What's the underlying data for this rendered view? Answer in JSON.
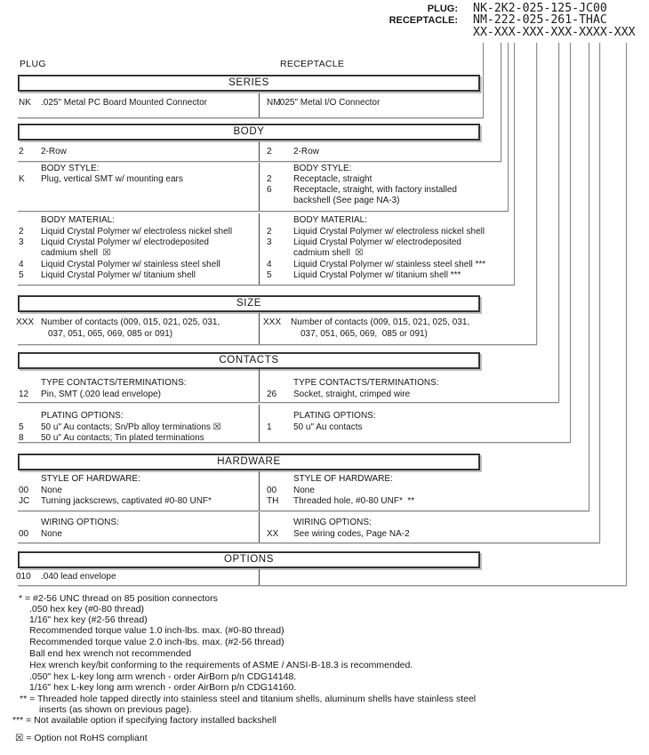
{
  "header": {
    "plug_label": "PLUG:",
    "plug_value": "NK-2K2-025-125-JC00",
    "receptacle_label": "RECEPTACLE:",
    "receptacle_value": "NM-222-025-261-THAC",
    "mask": "XX-XXX-XXX-XXX-XXXX-XXX"
  },
  "columns": {
    "plug": "PLUG",
    "receptacle": "RECEPTACLE"
  },
  "sections": {
    "series": {
      "title": "SERIES",
      "plug_code": "NK",
      "plug_text": ".025\" Metal PC Board Mounted Connector",
      "rec_code": "NM",
      "rec_text": ".025\" Metal I/O Connector"
    },
    "body": {
      "title": "BODY",
      "plug_row_code": "2",
      "plug_row_text": "2-Row",
      "rec_row_code": "2",
      "rec_row_text": "2-Row",
      "style_label": "BODY STYLE:",
      "plug_style_code": "K",
      "plug_style_text": "Plug, vertical SMT w/ mounting ears",
      "rec_style": [
        {
          "code": "2",
          "text": "Receptacle, straight"
        },
        {
          "code": "6",
          "text": "Receptacle, straight, with factory installed"
        },
        {
          "code": "",
          "text": "backshell (See page NA-3)"
        }
      ],
      "material_label": "BODY MATERIAL:",
      "plug_material": [
        {
          "code": "2",
          "text": "Liquid Crystal Polymer w/ electroless nickel shell"
        },
        {
          "code": "3",
          "text": "Liquid Crystal Polymer w/ electrodeposited"
        },
        {
          "code": "",
          "text": "cadmium shell  ☒"
        },
        {
          "code": "4",
          "text": "Liquid Crystal Polymer w/ stainless steel shell"
        },
        {
          "code": "5",
          "text": "Liquid Crystal Polymer w/ titanium shell"
        }
      ],
      "rec_material": [
        {
          "code": "2",
          "text": "Liquid Crystal Polymer w/ electroless nickel shell"
        },
        {
          "code": "3",
          "text": "Liquid Crystal Polymer w/ electrodeposited"
        },
        {
          "code": "",
          "text": "cadmium shell  ☒"
        },
        {
          "code": "4",
          "text": "Liquid Crystal Polymer w/ stainless steel shell ***"
        },
        {
          "code": "5",
          "text": "Liquid Crystal Polymer w/ titanium shell ***"
        }
      ]
    },
    "size": {
      "title": "SIZE",
      "plug_code": "XXX",
      "plug_line1": "Number of contacts (009, 015, 021, 025, 031,",
      "plug_line2": "037, 051, 065, 069, 085 or 091)",
      "rec_code": "XXX",
      "rec_line1": "Number of contacts (009, 015, 021, 025, 031,",
      "rec_line2": "037, 051, 065, 069,  085 or 091)"
    },
    "contacts": {
      "title": "CONTACTS",
      "type_label": "TYPE CONTACTS/TERMINATIONS:",
      "plug_type_code": "12",
      "plug_type_text": "Pin, SMT (.020 lead envelope)",
      "rec_type_code": "26",
      "rec_type_text": "Socket, straight, crimped wire",
      "plating_label": "PLATING OPTIONS:",
      "plug_plating": [
        {
          "code": "5",
          "text": "50 u\" Au contacts; Sn/Pb alloy terminations ☒"
        },
        {
          "code": "8",
          "text": "50 u\" Au contacts; Tin plated terminations"
        }
      ],
      "rec_plating_code": "1",
      "rec_plating_text": "50 u\" Au contacts"
    },
    "hardware": {
      "title": "HARDWARE",
      "style_label": "STYLE OF HARDWARE:",
      "plug_style": [
        {
          "code": "00",
          "text": "None"
        },
        {
          "code": "JC",
          "text": "Turning jackscrews, captivated #0-80 UNF*"
        }
      ],
      "rec_style": [
        {
          "code": "00",
          "text": "None"
        },
        {
          "code": "TH",
          "text": "Threaded hole, #0-80 UNF*  **"
        }
      ],
      "wiring_label": "WIRING OPTIONS:",
      "plug_wiring_code": "00",
      "plug_wiring_text": "None",
      "rec_wiring_code": "XX",
      "rec_wiring_text": "See wiring codes, Page NA-2"
    },
    "options": {
      "title": "OPTIONS",
      "plug_code": "010",
      "plug_text": ".040 lead envelope"
    }
  },
  "footnotes": [
    "* = #2-56 UNC thread on 85 position connectors",
    ".050 hex key (#0-80 thread)",
    "1/16\" hex key (#2-56 thread)",
    "Recommended torque value 1.0 inch-lbs. max. (#0-80 thread)",
    "Recommended torque value 2.0 inch-lbs. max. (#2-56 thread)",
    "Ball end hex wrench not recommended",
    "Hex wrench key/bit conforming to the requirements of ASME / ANSI-B-18.3 is recommended.",
    ".050\" hex L-key long arm wrench - order AirBorn p/n CDG14148.",
    "1/16\" hex L-key long arm wrench - order AirBorn p/n CDG14160.",
    "** = Threaded hole tapped directly into stainless steel and titanium shells, aluminum shells have stainless steel",
    "inserts (as shown on previous page).",
    "*** = Not available option if specifying factory installed backshell"
  ],
  "rohs_note": "☒ = Option not RoHS compliant"
}
